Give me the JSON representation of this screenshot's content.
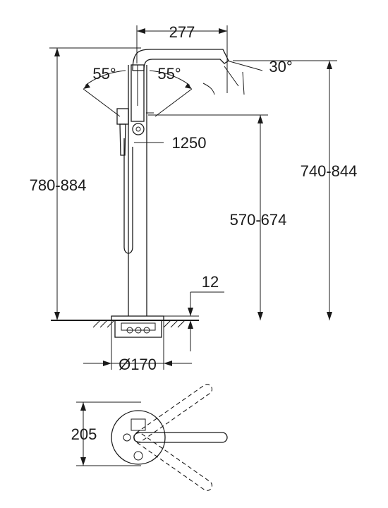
{
  "dimensions": {
    "spout_reach": "277",
    "angle_left": "55°",
    "angle_right": "55°",
    "spout_angle": "30°",
    "hose_length": "1250",
    "total_height": "780-884",
    "spout_height": "740-844",
    "handle_height": "570-674",
    "floor_gap": "12",
    "base_diameter": "Ø170",
    "plan_depth": "205"
  },
  "colors": {
    "line": "#1a1a1a",
    "background": "#ffffff"
  }
}
